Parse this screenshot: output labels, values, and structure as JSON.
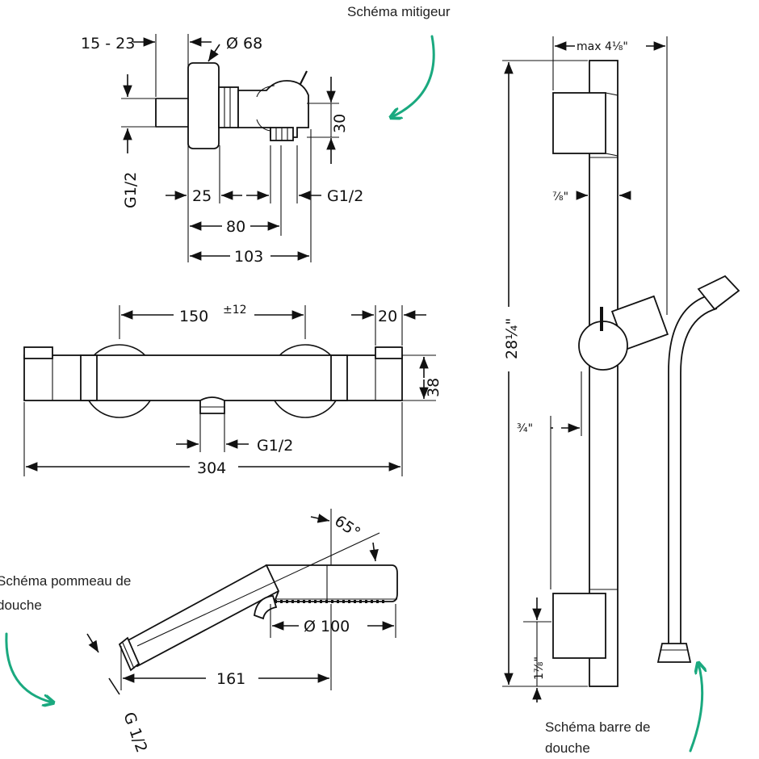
{
  "captions": {
    "mixer": "Schéma mitigeur",
    "handshower": "Schéma pommeau de douche",
    "bar": "Schéma barre de douche"
  },
  "mixer_top": {
    "wall_range": "15 - 23",
    "diameter": "Ø 68",
    "height": "30",
    "inlet_left": "G1/2",
    "inlet_right": "G1/2",
    "d25": "25",
    "d80": "80",
    "d103": "103"
  },
  "mixer_front": {
    "spacing": "150",
    "tolerance": "±12",
    "end_cap": "20",
    "height": "38",
    "outlet": "G1/2",
    "length": "304"
  },
  "handshower": {
    "angle": "65°",
    "head_diameter": "Ø 100",
    "length": "161",
    "thread": "G 1/2"
  },
  "bar": {
    "max_offset": "max 4⅛\"",
    "total_height": "28¼\"",
    "bar_width": "⅞\"",
    "slider_offset": "¾\"",
    "bottom_offset": "1⅞\""
  },
  "colors": {
    "accent_arrow": "#1aa97f",
    "line": "#111111"
  }
}
